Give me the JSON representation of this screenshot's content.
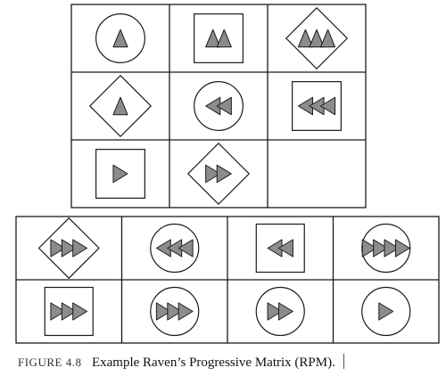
{
  "caption": {
    "label": "FIGURE 4.8",
    "text": "Example Raven’s Progressive Matrix (RPM)."
  },
  "colors": {
    "line": "#1a1a1a",
    "triangle_fill": "#8c8c8c",
    "background": "#ffffff"
  },
  "matrix": {
    "rows": 3,
    "cols": 3,
    "cells": [
      {
        "frame": "circle",
        "triangles": 1
      },
      {
        "frame": "square",
        "triangles": 2
      },
      {
        "frame": "diamond",
        "triangles": 3
      },
      {
        "frame": "diamond",
        "triangles": 1
      },
      {
        "frame": "circle",
        "triangles": 2
      },
      {
        "frame": "square",
        "triangles": 3
      },
      {
        "frame": "square",
        "triangles": 1
      },
      {
        "frame": "diamond",
        "triangles": 2
      },
      {
        "frame": "none",
        "triangles": 0
      }
    ]
  },
  "options": {
    "rows": 2,
    "cols": 4,
    "cells": [
      {
        "frame": "diamond",
        "triangles": 3,
        "direction": "right"
      },
      {
        "frame": "circle",
        "triangles": 3,
        "direction": "left"
      },
      {
        "frame": "square",
        "triangles": 2,
        "direction": "left"
      },
      {
        "frame": "circle",
        "triangles": 4,
        "direction": "right"
      },
      {
        "frame": "square",
        "triangles": 3,
        "direction": "right"
      },
      {
        "frame": "circle",
        "triangles": 3,
        "direction": "right"
      },
      {
        "frame": "circle",
        "triangles": 2,
        "direction": "right"
      },
      {
        "frame": "circle",
        "triangles": 1,
        "direction": "right"
      }
    ]
  }
}
